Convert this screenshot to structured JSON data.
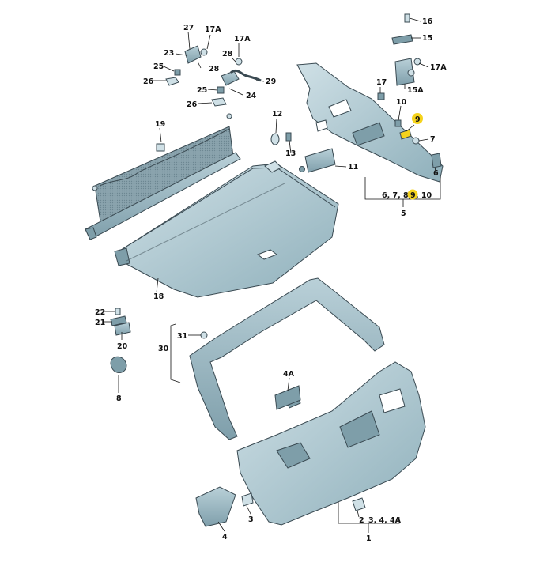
{
  "labels": {
    "l1": "1",
    "l2": "2",
    "l3": "3",
    "l3_4_4a": "3, 4, 4A",
    "l4": "4",
    "l4a": "4A",
    "l5": "5",
    "l6": "6",
    "l6_7_8": "6, 7, 8,",
    "l9": "9",
    "l9b": "9",
    "l10": "10",
    "l10b": ", 10",
    "l7": "7",
    "l8": "8",
    "l11": "11",
    "l12": "12",
    "l13": "13",
    "l15": "15",
    "l15a": "15A",
    "l16": "16",
    "l17": "17",
    "l17a_top": "17A",
    "l17a_mid": "17A",
    "l17a_right": "17A",
    "l18": "18",
    "l19": "19",
    "l20": "20",
    "l21": "21",
    "l22": "22",
    "l23": "23",
    "l24": "24",
    "l25a": "25",
    "l25b": "25",
    "l26a": "26",
    "l26b": "26",
    "l27": "27",
    "l28a": "28",
    "l28b": "28",
    "l29": "29",
    "l30": "30",
    "l31": "31"
  },
  "colors": {
    "part_fill": "#a9c4cf",
    "part_dark": "#7e9ea9",
    "part_light": "#cfe0e6",
    "outline": "#3a4a52",
    "highlight": "#f5d31c"
  }
}
